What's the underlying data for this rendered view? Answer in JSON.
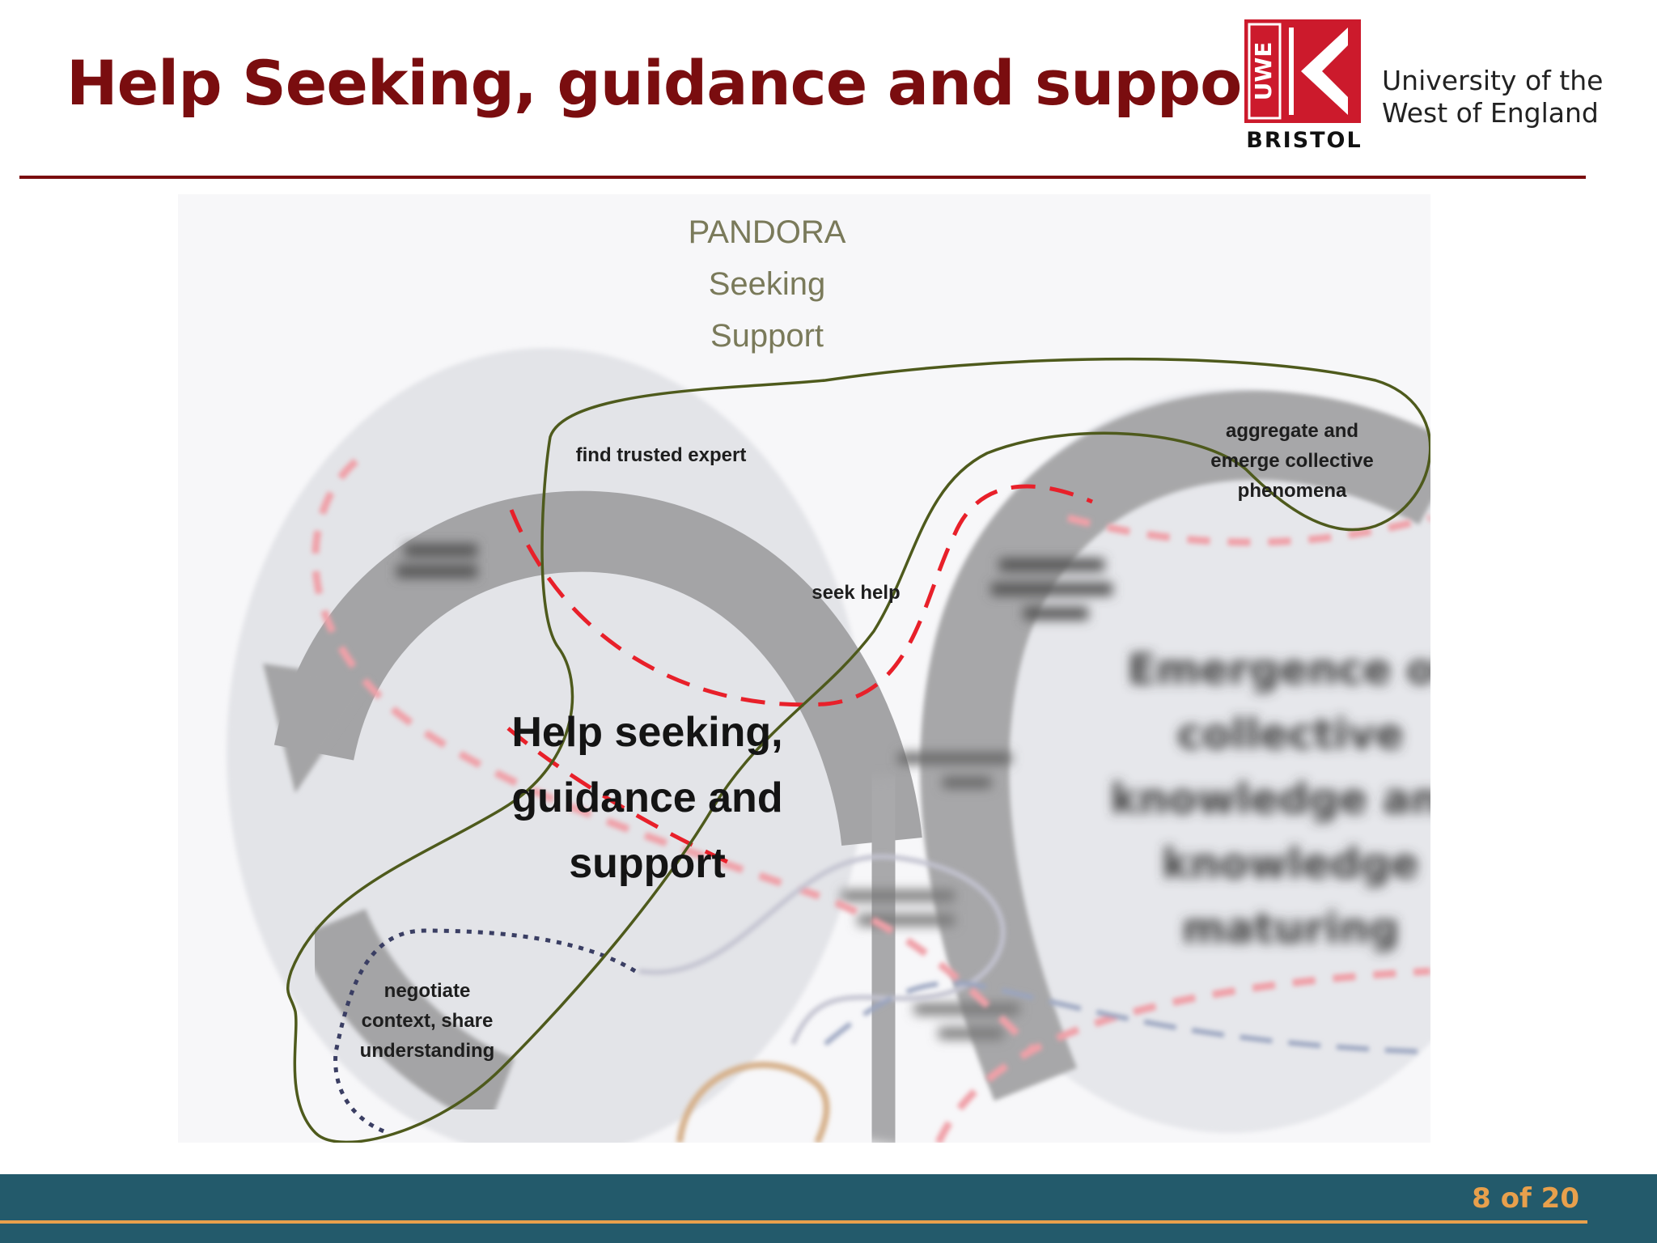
{
  "slide": {
    "title": "Help Seeking, guidance and support"
  },
  "logo": {
    "mark_text": "UWE",
    "city": "BRISTOL",
    "name_line1": "University of the",
    "name_line2": "West of England"
  },
  "diagram": {
    "heading_lines": [
      "PANDORA",
      "Seeking",
      "Support"
    ],
    "center_lines": [
      "Help seeking,",
      "guidance and",
      "support"
    ],
    "labels": {
      "find_trusted_expert": "find trusted expert",
      "seek_help": "seek help",
      "aggregate_lines": [
        "aggregate and",
        "emerge collective",
        "phenomena"
      ],
      "negotiate_lines": [
        "negotiate",
        "context, share",
        "understanding"
      ]
    },
    "blurred_right_lines": [
      "Emergence of",
      "collective",
      "knowledge and",
      "knowledge",
      "maturing"
    ],
    "colors": {
      "arc": "#a4a4a6",
      "bg_circle": "#e3e4e8",
      "red_dash": "#e8202a",
      "green_outline": "#4e5a1c",
      "navy_dots": "#3a3e63"
    }
  },
  "footer": {
    "current_page": "8",
    "of_text": "of 20"
  }
}
